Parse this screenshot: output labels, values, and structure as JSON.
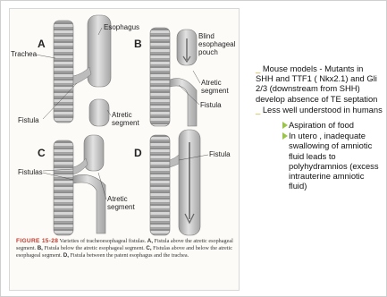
{
  "figure": {
    "panels": [
      "A",
      "B",
      "C",
      "D"
    ],
    "labels": {
      "esophagus": "Esophagus",
      "trachea": "Trachea",
      "fistula": "Fistula",
      "atretic_segment": "Atretic segment",
      "blind_pouch": "Blind esophageal pouch",
      "fistulas": "Fistulas"
    },
    "caption": {
      "head": "FIGURE 15-28",
      "intro": "Varieties of tracheoesophageal fistulas.",
      "a_label": "A,",
      "a_text": "Fistula above the atretic esophageal segment.",
      "b_label": "B,",
      "b_text": "Fistula below the atretic esophageal segment.",
      "c_label": "C,",
      "c_text": "Fistulas above and below the atretic esophageal segment.",
      "d_label": "D,",
      "d_text": "Fistula between the patent esophagus and the trachea."
    }
  },
  "notes": {
    "para1_dash": "_",
    "para1": "Mouse models - Mutants in SHH and TTF1 ( Nkx2.1) and Gli 2/3 (downstream from SHH) develop absence of TE septation",
    "para2_dash": "_",
    "para2": "Less well understood in humans",
    "bullets": [
      "Aspiration of food",
      "In utero , inadequate swallowing of amniotic fluid leads to polyhydramnios (excess intrauterine amniotic fluid)"
    ]
  },
  "colors": {
    "trachea_ring": "#8a8a8a",
    "esophagus": "#c9c9c9",
    "caption_head": "#c0392b",
    "bullet": "#9bc54a"
  }
}
